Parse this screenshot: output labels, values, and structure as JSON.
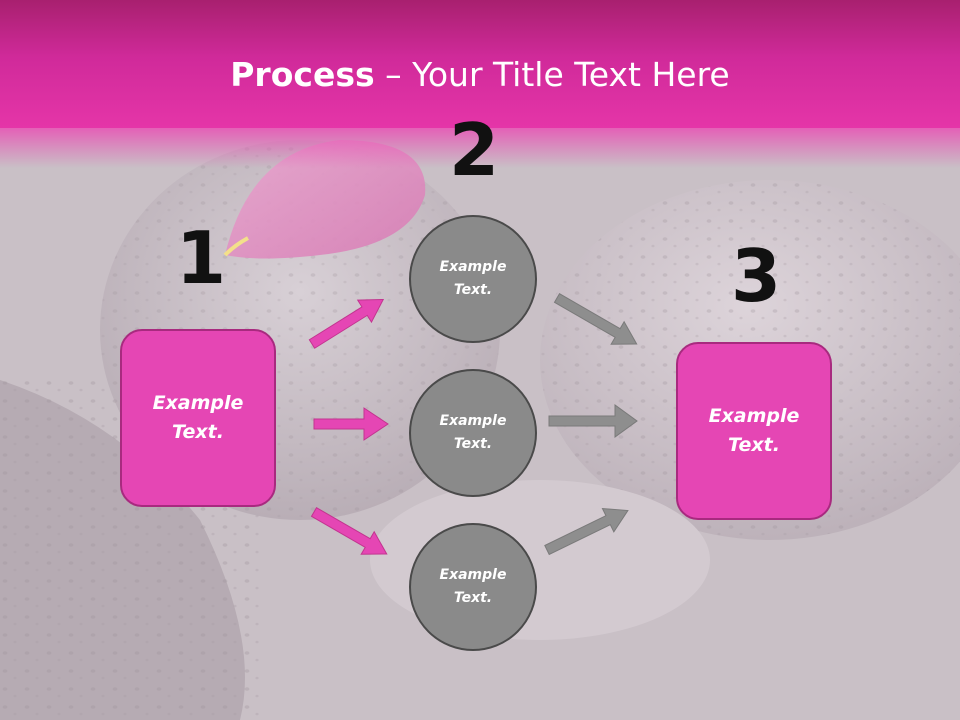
{
  "title": {
    "bold": "Process",
    "rest": " – Your Title Text Here"
  },
  "steps": [
    {
      "number": "1",
      "label_line1": "Example",
      "label_line2": "Text."
    },
    {
      "number": "2"
    },
    {
      "number": "3",
      "label_line1": "Example",
      "label_line2": "Text."
    }
  ],
  "circles": [
    {
      "line1": "Example",
      "line2": "Text."
    },
    {
      "line1": "Example",
      "line2": "Text."
    },
    {
      "line1": "Example",
      "line2": "Text."
    }
  ],
  "colors": {
    "accent": "#e546b4",
    "circle": "#8a8a8a",
    "arrow_left": "#e546b4",
    "arrow_right": "#8e8e8e"
  }
}
